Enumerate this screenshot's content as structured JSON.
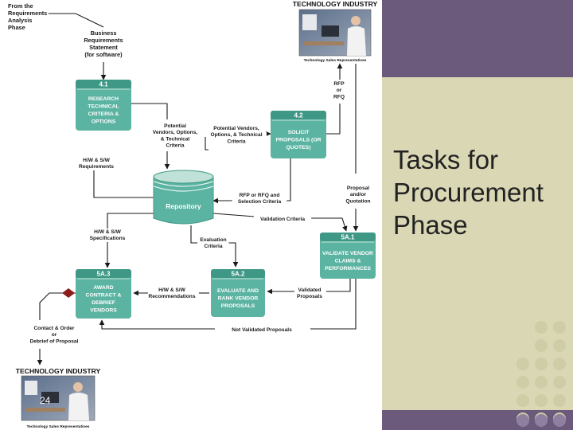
{
  "slide": {
    "title_lines": [
      "Tasks for",
      "Procurement",
      "Phase"
    ],
    "page_number": "24",
    "colors": {
      "panel_purple": "#6c5a7c",
      "panel_cream": "#d9d7b4",
      "process_fill": "#5bb3a1",
      "process_header": "#3f9885",
      "store_fill": "#bfe1d8",
      "accent_dark_red": "#8b1c1c"
    }
  },
  "diagram": {
    "from_label": [
      "From the",
      "Requirements",
      "Analysis",
      "Phase"
    ],
    "business_requirements": [
      "Business",
      "Requirements",
      "Statement",
      "(for software)"
    ],
    "ext_top": {
      "name": "TECHNOLOGY INDUSTRY",
      "caption": "Technology Sales Representatives"
    },
    "ext_bottom": {
      "name": "TECHNOLOGY INDUSTRY",
      "caption": "Technology Sales Representatives"
    },
    "processes": {
      "p41": {
        "id": "4.1",
        "lines": [
          "Research",
          "Technical",
          "Criteria &",
          "Options"
        ]
      },
      "p42": {
        "id": "4.2",
        "lines": [
          "Solicit",
          "Proposals (or",
          "Quotes)"
        ]
      },
      "p5a1": {
        "id": "5A.1",
        "lines": [
          "Validate Vendor",
          "Claims &",
          "Performances"
        ]
      },
      "p5a2": {
        "id": "5A.2",
        "lines": [
          "Evaluate and",
          "Rank Vendor",
          "Proposals"
        ]
      },
      "p5a3": {
        "id": "5A.3",
        "lines": [
          "Award",
          "Contract &",
          "Debrief",
          "Vendors"
        ]
      }
    },
    "repository": "Repository",
    "flows": {
      "potential_vendors_1": [
        "Potential",
        "Vendors, Options,",
        "& Technical",
        "Criteria"
      ],
      "potential_vendors_2": [
        "Potential Vendors,",
        "Options, & Technical",
        "Criteria"
      ],
      "hw_sw_requirements": [
        "H/W & S/W",
        "Requirements"
      ],
      "rfp_or_rfq": [
        "RFP",
        "or",
        "RFQ"
      ],
      "rfp_rfq_selection": [
        "RFP or RFQ and",
        "Selection Criteria"
      ],
      "proposal_quotation": [
        "Proposal",
        "and/or",
        "Quotation"
      ],
      "validation_criteria": [
        "Validation Criteria"
      ],
      "hw_sw_specifications": [
        "H/W & S/W",
        "Specifications"
      ],
      "evaluation_criteria": [
        "Evaluation",
        "Criteria"
      ],
      "hw_sw_recommendations": [
        "H/W & S/W",
        "Recommendations"
      ],
      "validated_proposals": [
        "Validated",
        "Proposals"
      ],
      "not_validated_proposals": [
        "Not Validated Proposals"
      ],
      "contact_order": [
        "Contact & Order",
        "or",
        "Debrief of Proposal"
      ]
    }
  }
}
